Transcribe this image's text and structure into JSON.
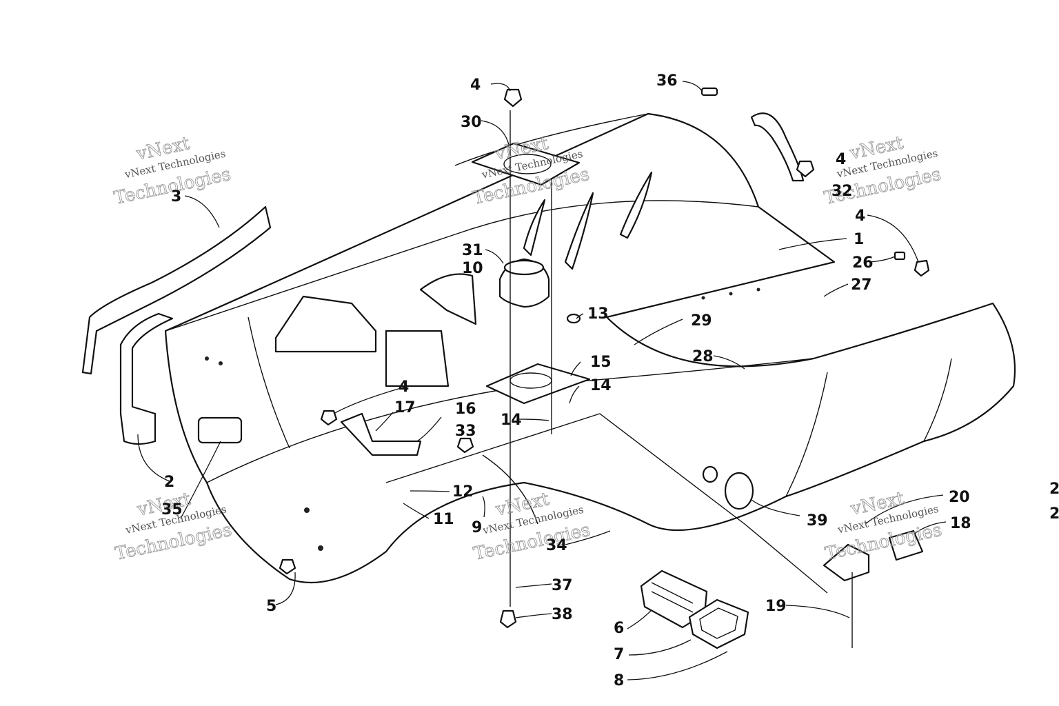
{
  "watermark": {
    "line1": "vNext",
    "line2": "Technologies",
    "small": "vNext Technologies"
  },
  "callouts": {
    "c1": "1",
    "c2": "2",
    "c3": "3",
    "c4a": "4",
    "c4b": "4",
    "c4c": "4",
    "c4d": "4",
    "c5": "5",
    "c6": "6",
    "c7": "7",
    "c8": "8",
    "c9": "9",
    "c10": "10",
    "c11": "11",
    "c12": "12",
    "c13": "13",
    "c14a": "14",
    "c14b": "14",
    "c15": "15",
    "c16": "16",
    "c17": "17",
    "c18": "18",
    "c19": "19",
    "c20": "20",
    "c26": "26",
    "c27": "27",
    "c28": "28",
    "c29": "29",
    "c30": "30",
    "c31": "31",
    "c32": "32",
    "c33": "33",
    "c34": "34",
    "c35": "35",
    "c36": "36",
    "c37": "37",
    "c38": "38",
    "c39": "39",
    "e1": "2",
    "e2": "2"
  }
}
